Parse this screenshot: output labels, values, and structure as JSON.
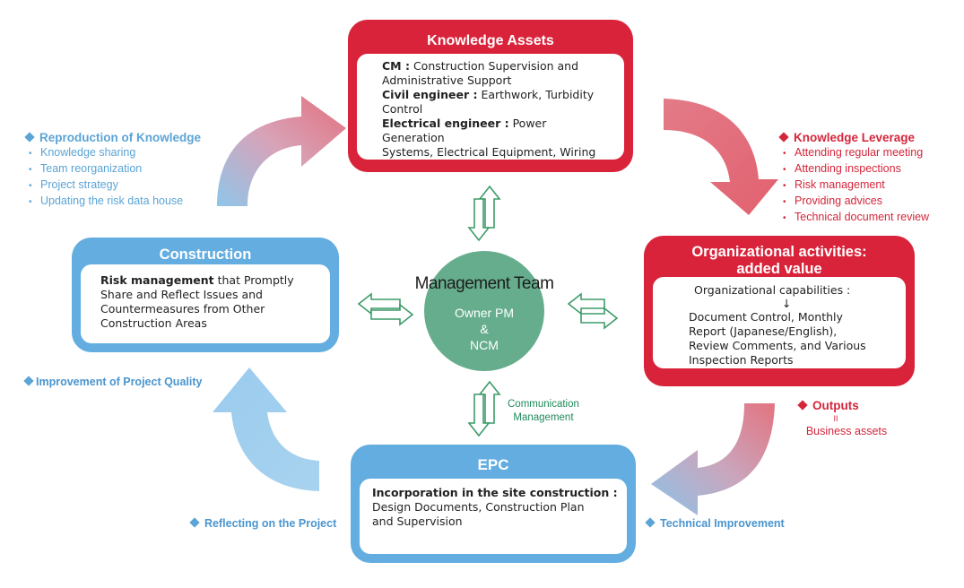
{
  "knowledge_assets": {
    "title": "Knowledge Assets",
    "lines": [
      {
        "bold": "CM :",
        "text": " Construction Supervision and"
      },
      {
        "bold": "",
        "text": "Administrative Support"
      },
      {
        "bold": "Civil engineer :",
        "text": " Earthwork, Turbidity"
      },
      {
        "bold": "",
        "text": "Control"
      },
      {
        "bold": "Electrical engineer :",
        "text": " Power Generation"
      },
      {
        "bold": "",
        "text": "Systems, Electrical Equipment, Wiring"
      }
    ]
  },
  "reproduction": {
    "heading": "Reproduction of Knowledge",
    "items": [
      "Knowledge sharing",
      "Team reorganization",
      "Project strategy",
      "Updating the risk data house"
    ]
  },
  "leverage": {
    "heading": "Knowledge Leverage",
    "items": [
      "Attending regular meeting",
      "Attending inspections",
      "Risk management",
      "Providing advices",
      "Technical document review"
    ]
  },
  "organizational": {
    "title_line1": "Organizational activities:",
    "title_line2": "added value",
    "capabilities": "Organizational capabilities :",
    "arrow": "↓",
    "lines": [
      "Document Control, Monthly",
      "Report (Japanese/English),",
      "Review Comments, and Various",
      "Inspection Reports"
    ]
  },
  "construction": {
    "title": "Construction",
    "bold": "Risk management",
    "lines": [
      " that Promptly",
      "Share and Reflect Issues and",
      "Countermeasures from Other",
      "Construction Areas"
    ]
  },
  "epc": {
    "title": "EPC",
    "bold": "Incorporation in the site construction :",
    "lines": [
      "Design Documents, Construction Plan",
      "and Supervision"
    ]
  },
  "management_team": {
    "title": "Management Team",
    "lines": [
      "Owner PM",
      "&",
      "NCM"
    ]
  },
  "communication": [
    "Communication",
    "Management"
  ],
  "outputs": {
    "heading": "Outputs",
    "equals": "II",
    "text": "Business assets"
  },
  "captions": {
    "improvement": "Improvement of Project Quality",
    "reflecting": "Reflecting on the Project",
    "technical": "Technical Improvement"
  },
  "colors": {
    "red": "#d9233a",
    "blue": "#63ade0",
    "green": "#66ad8d",
    "green_dark": "#1f8a5b"
  }
}
